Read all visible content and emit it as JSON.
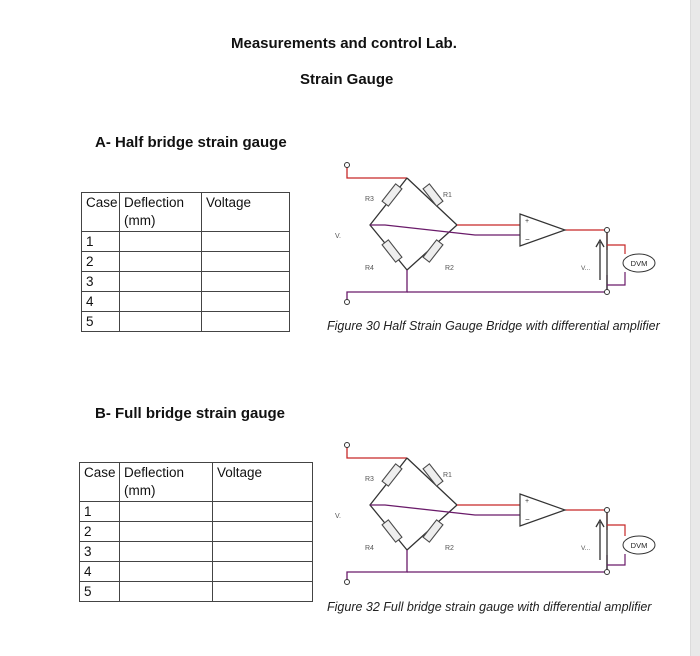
{
  "header": {
    "course": "Measurements and control Lab.",
    "topic": "Strain Gauge"
  },
  "section_a": {
    "heading": "A- Half bridge strain gauge",
    "table": {
      "columns": [
        "Case",
        "Deflection (mm)",
        "Voltage"
      ],
      "rows": [
        {
          "case": "1",
          "deflection": "",
          "voltage": ""
        },
        {
          "case": "2",
          "deflection": "",
          "voltage": ""
        },
        {
          "case": "3",
          "deflection": "",
          "voltage": ""
        },
        {
          "case": "4",
          "deflection": "",
          "voltage": ""
        },
        {
          "case": "5",
          "deflection": "",
          "voltage": ""
        }
      ]
    },
    "figure": {
      "labels": {
        "r1": "R1",
        "r2": "R2",
        "r3": "R3",
        "r4": "R4",
        "vin": "V.",
        "vout": "V...",
        "meter": "DVM"
      },
      "caption": "Figure 30 Half Strain Gauge Bridge with differential amplifier"
    }
  },
  "section_b": {
    "heading": "B- Full bridge strain gauge",
    "table": {
      "columns": [
        "Case",
        "Deflection (mm)",
        "Voltage"
      ],
      "rows": [
        {
          "case": "1",
          "deflection": "",
          "voltage": ""
        },
        {
          "case": "2",
          "deflection": "",
          "voltage": ""
        },
        {
          "case": "3",
          "deflection": "",
          "voltage": ""
        },
        {
          "case": "4",
          "deflection": "",
          "voltage": ""
        },
        {
          "case": "5",
          "deflection": "",
          "voltage": ""
        }
      ]
    },
    "figure": {
      "labels": {
        "r1": "R1",
        "r2": "R2",
        "r3": "R3",
        "r4": "R4",
        "vin": "V.",
        "vout": "V...",
        "meter": "DVM"
      },
      "caption": "Figure 32  Full bridge strain gauge with differential amplifier"
    }
  },
  "colors": {
    "wire_red": "#c62828",
    "wire_purple": "#6a1b6a",
    "wire_dark": "#333333",
    "component": "#4a4a4a"
  }
}
